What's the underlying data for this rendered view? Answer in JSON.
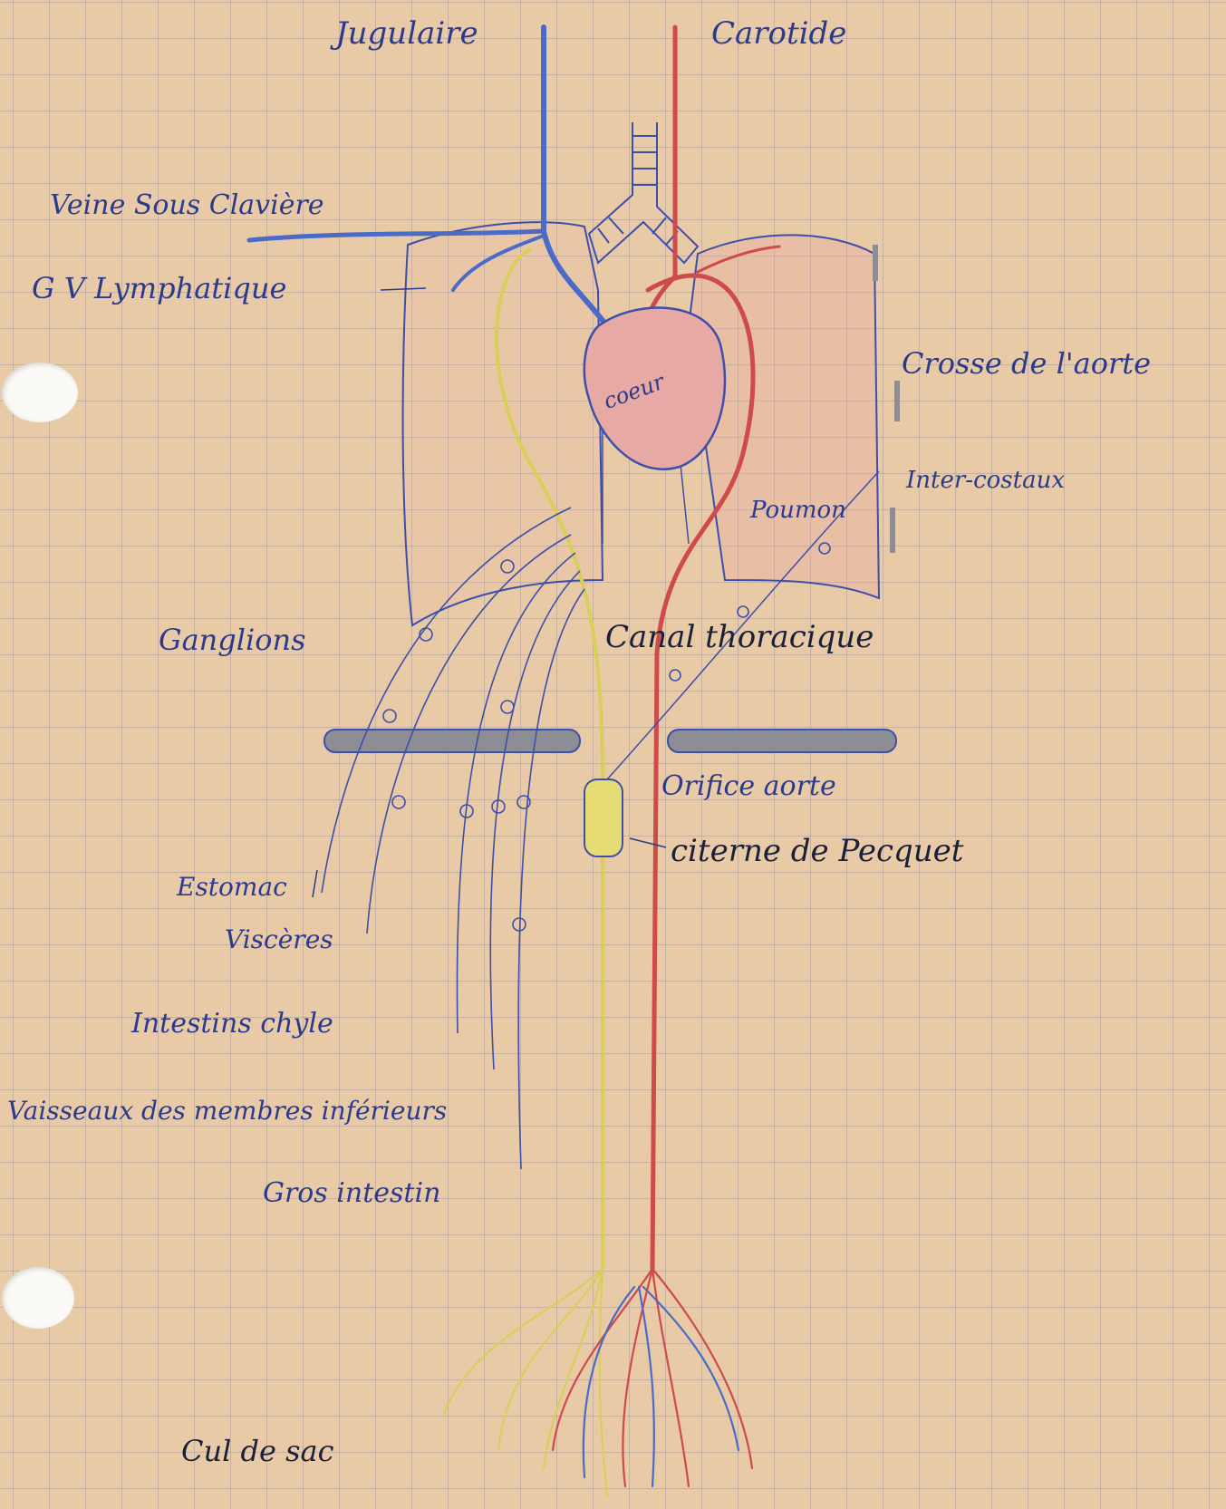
{
  "colors": {
    "paper": "#e9caa6",
    "grid": "#7f8096",
    "vein": "#4a6cc8",
    "artery": "#cf4a4a",
    "lymph": "#d8cf5a",
    "ink": "#2b3a8c",
    "dark_ink": "#1a1f3a",
    "lung_fill": "#e7a9a3",
    "diaphragm": "#8d8d95"
  },
  "labels": {
    "jugulaire": "Jugulaire",
    "carotide": "Carotide",
    "veine_sous_claviere": "Veine Sous Clavière",
    "gv_lymphatique": "G V Lymphatique",
    "crosse_aorte": "Crosse de l'aorte",
    "coeur": "coeur",
    "inter_costaux": "Inter-costaux",
    "poumon": "Poumon",
    "ganglions": "Ganglions",
    "canal_thoracique": "Canal thoracique",
    "orifice_aorte": "Orifice aorte",
    "citerne_pecquet": "citerne de Pecquet",
    "estomac": "Estomac",
    "viscères": "Viscères",
    "intestins_chyle": "Intestins chyle",
    "vaisseaux_membres": "Vaisseaux des membres inférieurs",
    "gros_intestin": "Gros intestin",
    "cul_de_sac": "Cul de sac"
  }
}
